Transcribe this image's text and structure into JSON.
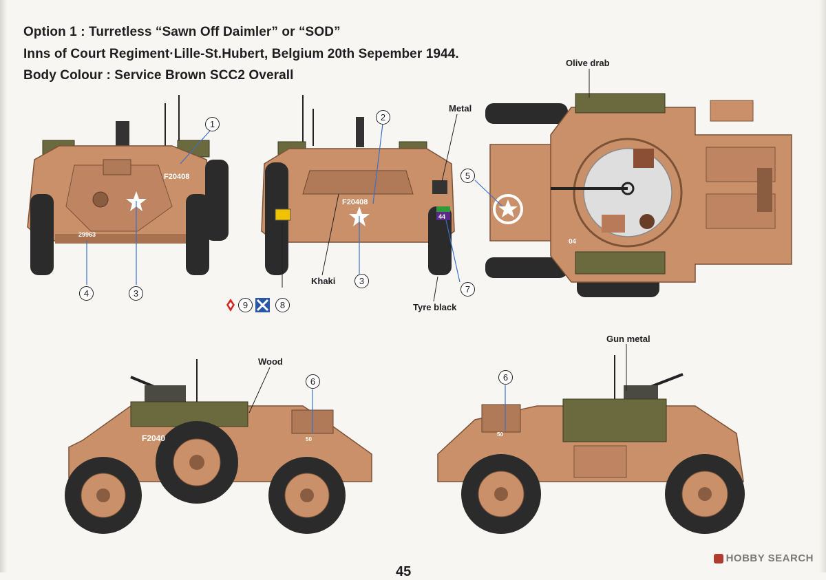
{
  "heading": {
    "line1": "Option 1 :  Turretless “Sawn Off Daimler” or “SOD”",
    "line2": "Inns of Court Regiment·Lille-St.Hubert, Belgium 20th Sepember 1944.",
    "line3": "Body Colour : Service Brown SCC2 Overall"
  },
  "colors": {
    "body": "#c99069",
    "body_shade": "#a8714f",
    "olive": "#6b6a3e",
    "tyre": "#2b2b2b",
    "interior": "#dedede",
    "accent_blue": "#3b6fc5"
  },
  "labels": {
    "olive_drab": "Olive drab",
    "metal": "Metal",
    "khaki": "Khaki",
    "tyre_black": "Tyre black",
    "wood": "Wood",
    "gun_metal": "Gun metal"
  },
  "markings": {
    "reg_front": "F20408",
    "reg_rear": "F20408",
    "reg_side": "F2040",
    "rear_number": "29963",
    "bridge_class": "44",
    "plate_50": "50",
    "hull_04": "04"
  },
  "callouts": {
    "c1": "1",
    "c2": "2",
    "c3a": "3",
    "c3b": "3",
    "c4": "4",
    "c5": "5",
    "c6a": "6",
    "c6b": "6",
    "c7": "7",
    "c8": "8",
    "c9": "9"
  },
  "page_number": "45",
  "watermark": "HOBBY SEARCH"
}
